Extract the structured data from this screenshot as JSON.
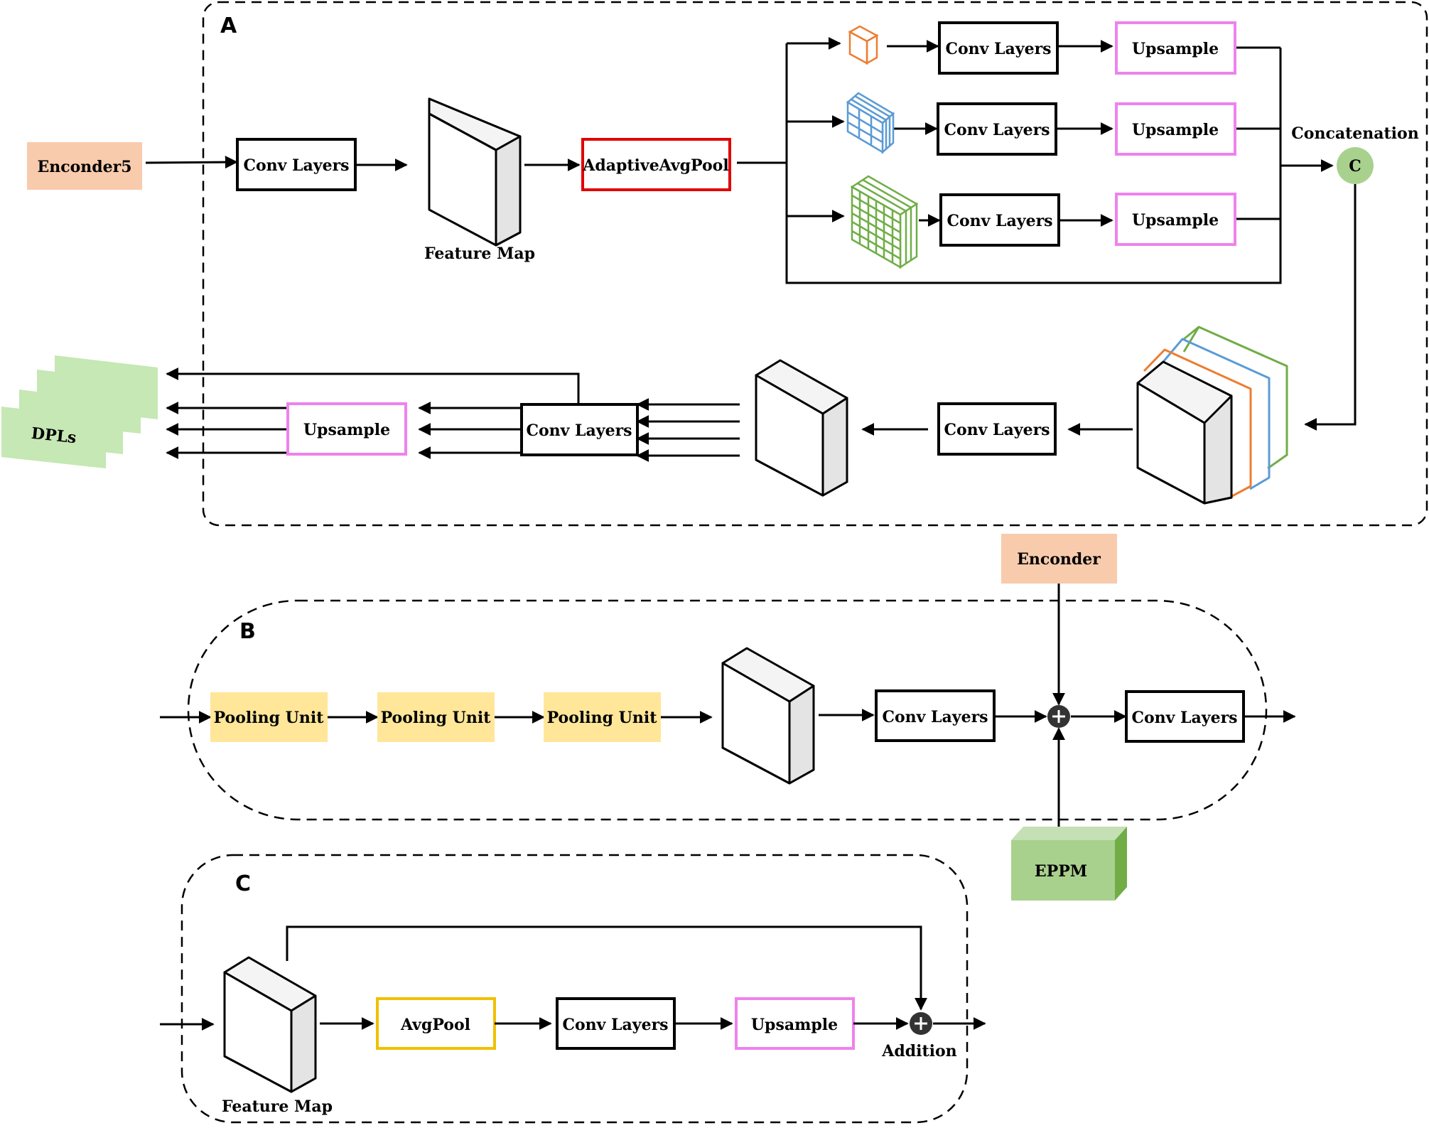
{
  "panels": {
    "a": {
      "label": "A"
    },
    "b": {
      "label": "B"
    },
    "c": {
      "label": "C"
    }
  },
  "panel_a": {
    "encoder5": "Enconder5",
    "conv_in": "Conv Layers",
    "feature_map_label": "Feature Map",
    "adaptive_pool": "AdaptiveAvgPool",
    "branch_conv": [
      "Conv Layers",
      "Conv Layers",
      "Conv Layers"
    ],
    "branch_upsample": [
      "Upsample",
      "Upsample",
      "Upsample"
    ],
    "concat_label": "Concatenation",
    "concat_symbol": "C",
    "conv_after_concat": "Conv Layers",
    "conv_out": "Conv Layers",
    "upsample_out": "Upsample",
    "dpls": "DPLs"
  },
  "panel_b": {
    "pooling_units": [
      "Pooling Unit",
      "Pooling Unit",
      "Pooling Unit"
    ],
    "conv_1": "Conv Layers",
    "conv_2": "Conv Layers",
    "encoder": "Enconder",
    "eppm": "EPPM"
  },
  "panel_c": {
    "feature_map_label": "Feature Map",
    "avgpool": "AvgPool",
    "conv": "Conv Layers",
    "upsample": "Upsample",
    "addition_label": "Addition"
  },
  "colors": {
    "encoder_fill": "#f8cbad",
    "pooling_fill": "#ffe699",
    "eppm_front": "#a9d18e",
    "eppm_top": "#c5e0b4",
    "eppm_side": "#70ad47",
    "dpls_fill": "#c5e8b4",
    "concat_circle": "#a9d18e",
    "upsample_border": "#ee82ee",
    "adaptive_border": "#e00000",
    "avgpool_border": "#f0c000",
    "cube_orange": "#ed7d31",
    "cube_blue": "#5b9bd5",
    "cube_green": "#70ad47"
  }
}
